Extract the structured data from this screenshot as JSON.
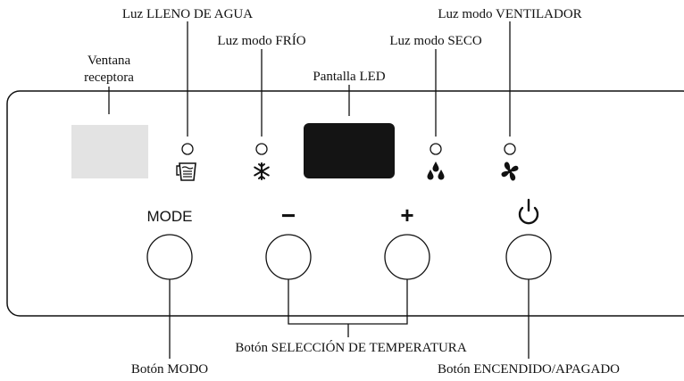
{
  "labels": {
    "water_full_light": "Luz LLENO DE AGUA",
    "cold_mode_light": "Luz modo FRÍO",
    "fan_mode_light": "Luz modo VENTILADOR",
    "dry_mode_light": "Luz modo SECO",
    "receiver_window_line1": "Ventana",
    "receiver_window_line2": "receptora",
    "led_display": "Pantalla LED",
    "temp_select_buttons": "Botón SELECCIÓN DE TEMPERATURA",
    "mode_button": "Botón MODO",
    "power_button": "Botón ENCENDIDO/APAGADO"
  },
  "panel": {
    "mode_text": "MODE",
    "minus_symbol": "−",
    "plus_symbol": "+"
  },
  "icons": {
    "water_tank": "water-tank-icon",
    "cold": "snowflake-icon",
    "dry": "water-drops-icon",
    "fan": "fan-icon",
    "power": "power-icon"
  },
  "colors": {
    "receiver_window": "#e3e3e3",
    "led_display": "#141414",
    "ink": "#111111"
  }
}
